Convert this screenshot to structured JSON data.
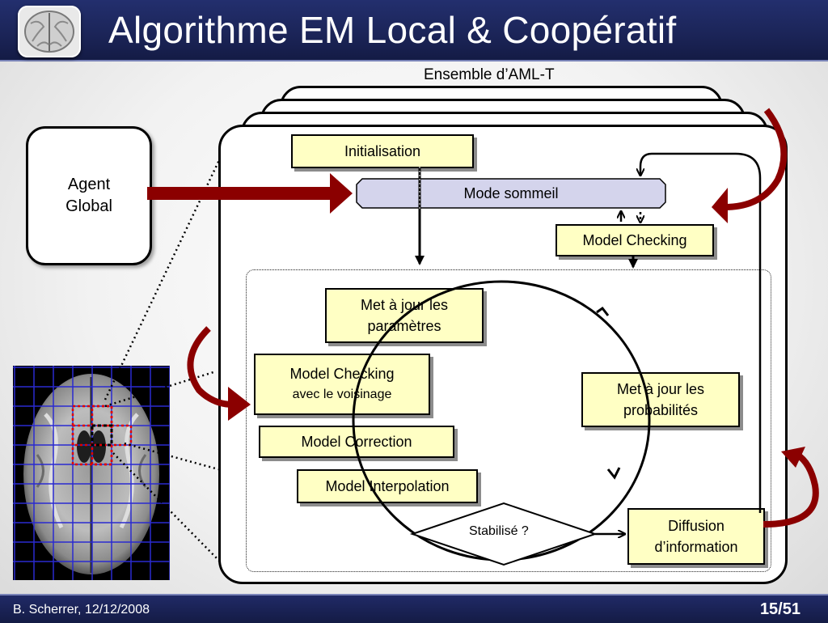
{
  "slide": {
    "title": "Algorithme EM Local & Coopératif"
  },
  "diagram": {
    "ensemble_label": "Ensemble d’AML-T",
    "agent_global": {
      "line1": "Agent",
      "line2": "Global"
    },
    "initialisation": "Initialisation",
    "mode_sommeil": "Mode sommeil",
    "model_checking_top": "Model Checking",
    "met_a_jour_parametres": {
      "line1": "Met à jour les",
      "line2": "paramètres"
    },
    "model_checking_voisinage": {
      "line1": "Model Checking",
      "line2": "avec le voisinage"
    },
    "model_correction": "Model Correction",
    "model_interpolation": "Model Interpolation",
    "met_a_jour_probabilites": {
      "line1": "Met à jour les",
      "line2": "probabilités"
    },
    "stabilise": "Stabilisé ?",
    "diffusion": {
      "line1": "Diffusion",
      "line2": "d’information"
    }
  },
  "footer": {
    "author_date": "B. Scherrer, 12/12/2008",
    "page": "15/51"
  },
  "colors": {
    "title_bar": "#1b2457",
    "box_fill": "#ffffc4",
    "arrow_red": "#8b0000",
    "sleep_fill": "#d4d4ec",
    "grid_blue": "#2a2ad0",
    "grid_red": "#e00000"
  }
}
